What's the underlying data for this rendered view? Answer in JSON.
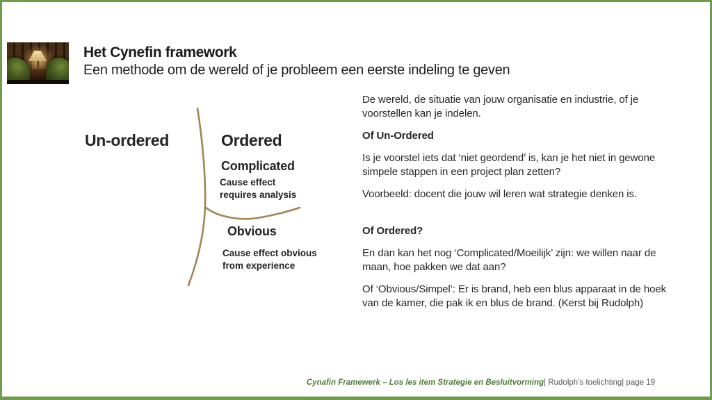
{
  "header": {
    "title": "Het Cynefin framework",
    "subtitle": "Een methode om de wereld of je probleem een eerste indeling te geven"
  },
  "diagram": {
    "left_label": "Un-ordered",
    "right_label": "Ordered",
    "complicated_label": "Complicated",
    "complicated_caption": "Cause effect\nrequires analysis",
    "obvious_label": "Obvious",
    "obvious_caption": "Cause effect obvious\nfrom experience",
    "curve_color": "#a28455"
  },
  "body": {
    "para1": "De wereld, de situatie van jouw organisatie en industrie, of je voorstellen kan je indelen.",
    "heading1": "Of Un-Ordered",
    "para2": "Is je voorstel iets dat ‘niet geordend’ is, kan je het niet in gewone simpele stappen in een project plan zetten?",
    "para3": "Voorbeeld: docent die jouw wil leren wat strategie denken is.",
    "heading2": "Of Ordered?",
    "para4": "En dan kan het nog ‘Complicated/Moeilijk’ zijn: we willen naar de maan, hoe pakken we dat aan?",
    "para5": "Of ‘Obvious/Simpel’: Er is brand, heb een blus apparaat in de hoek van de kamer, die pak ik en blus de brand. (Kerst bij Rudolph)"
  },
  "footer": {
    "course": "Cynafin Framewerk – Los les item Strategie en Besluitvorming",
    "meta": "|  Rudolph’s toelichting| page 19"
  },
  "colors": {
    "slide_border": "#6f9d4c",
    "footer_green": "#4d7b3c",
    "footer_gray": "#595959",
    "curve": "#a28455",
    "text": "#262626"
  }
}
